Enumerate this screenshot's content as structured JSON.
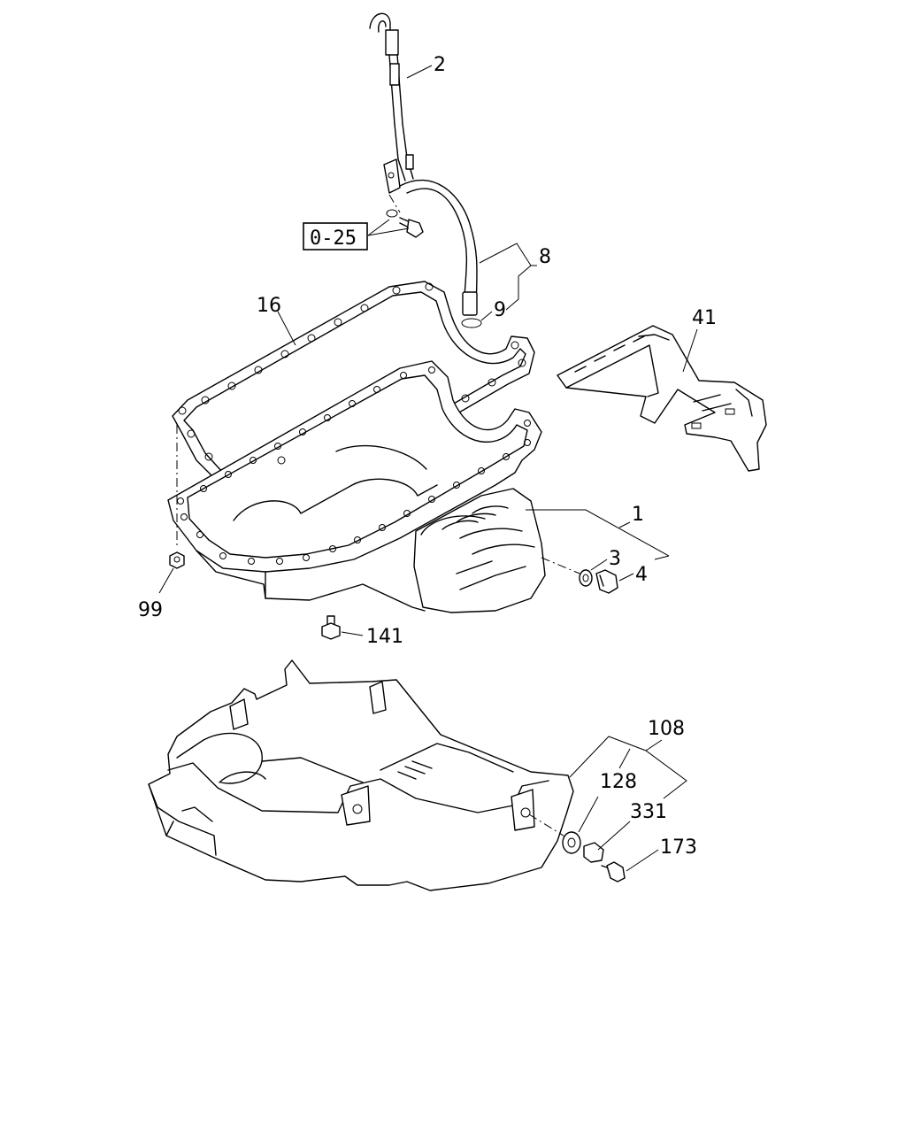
{
  "diagram": {
    "callouts": {
      "c2": "2",
      "c8": "8",
      "c9": "9",
      "c16": "16",
      "c41": "41",
      "c1": "1",
      "c3": "3",
      "c4": "4",
      "c99": "99",
      "c141": "141",
      "c108": "108",
      "c128": "128",
      "c331": "331",
      "c173": "173"
    },
    "reference_box": "0-25"
  }
}
